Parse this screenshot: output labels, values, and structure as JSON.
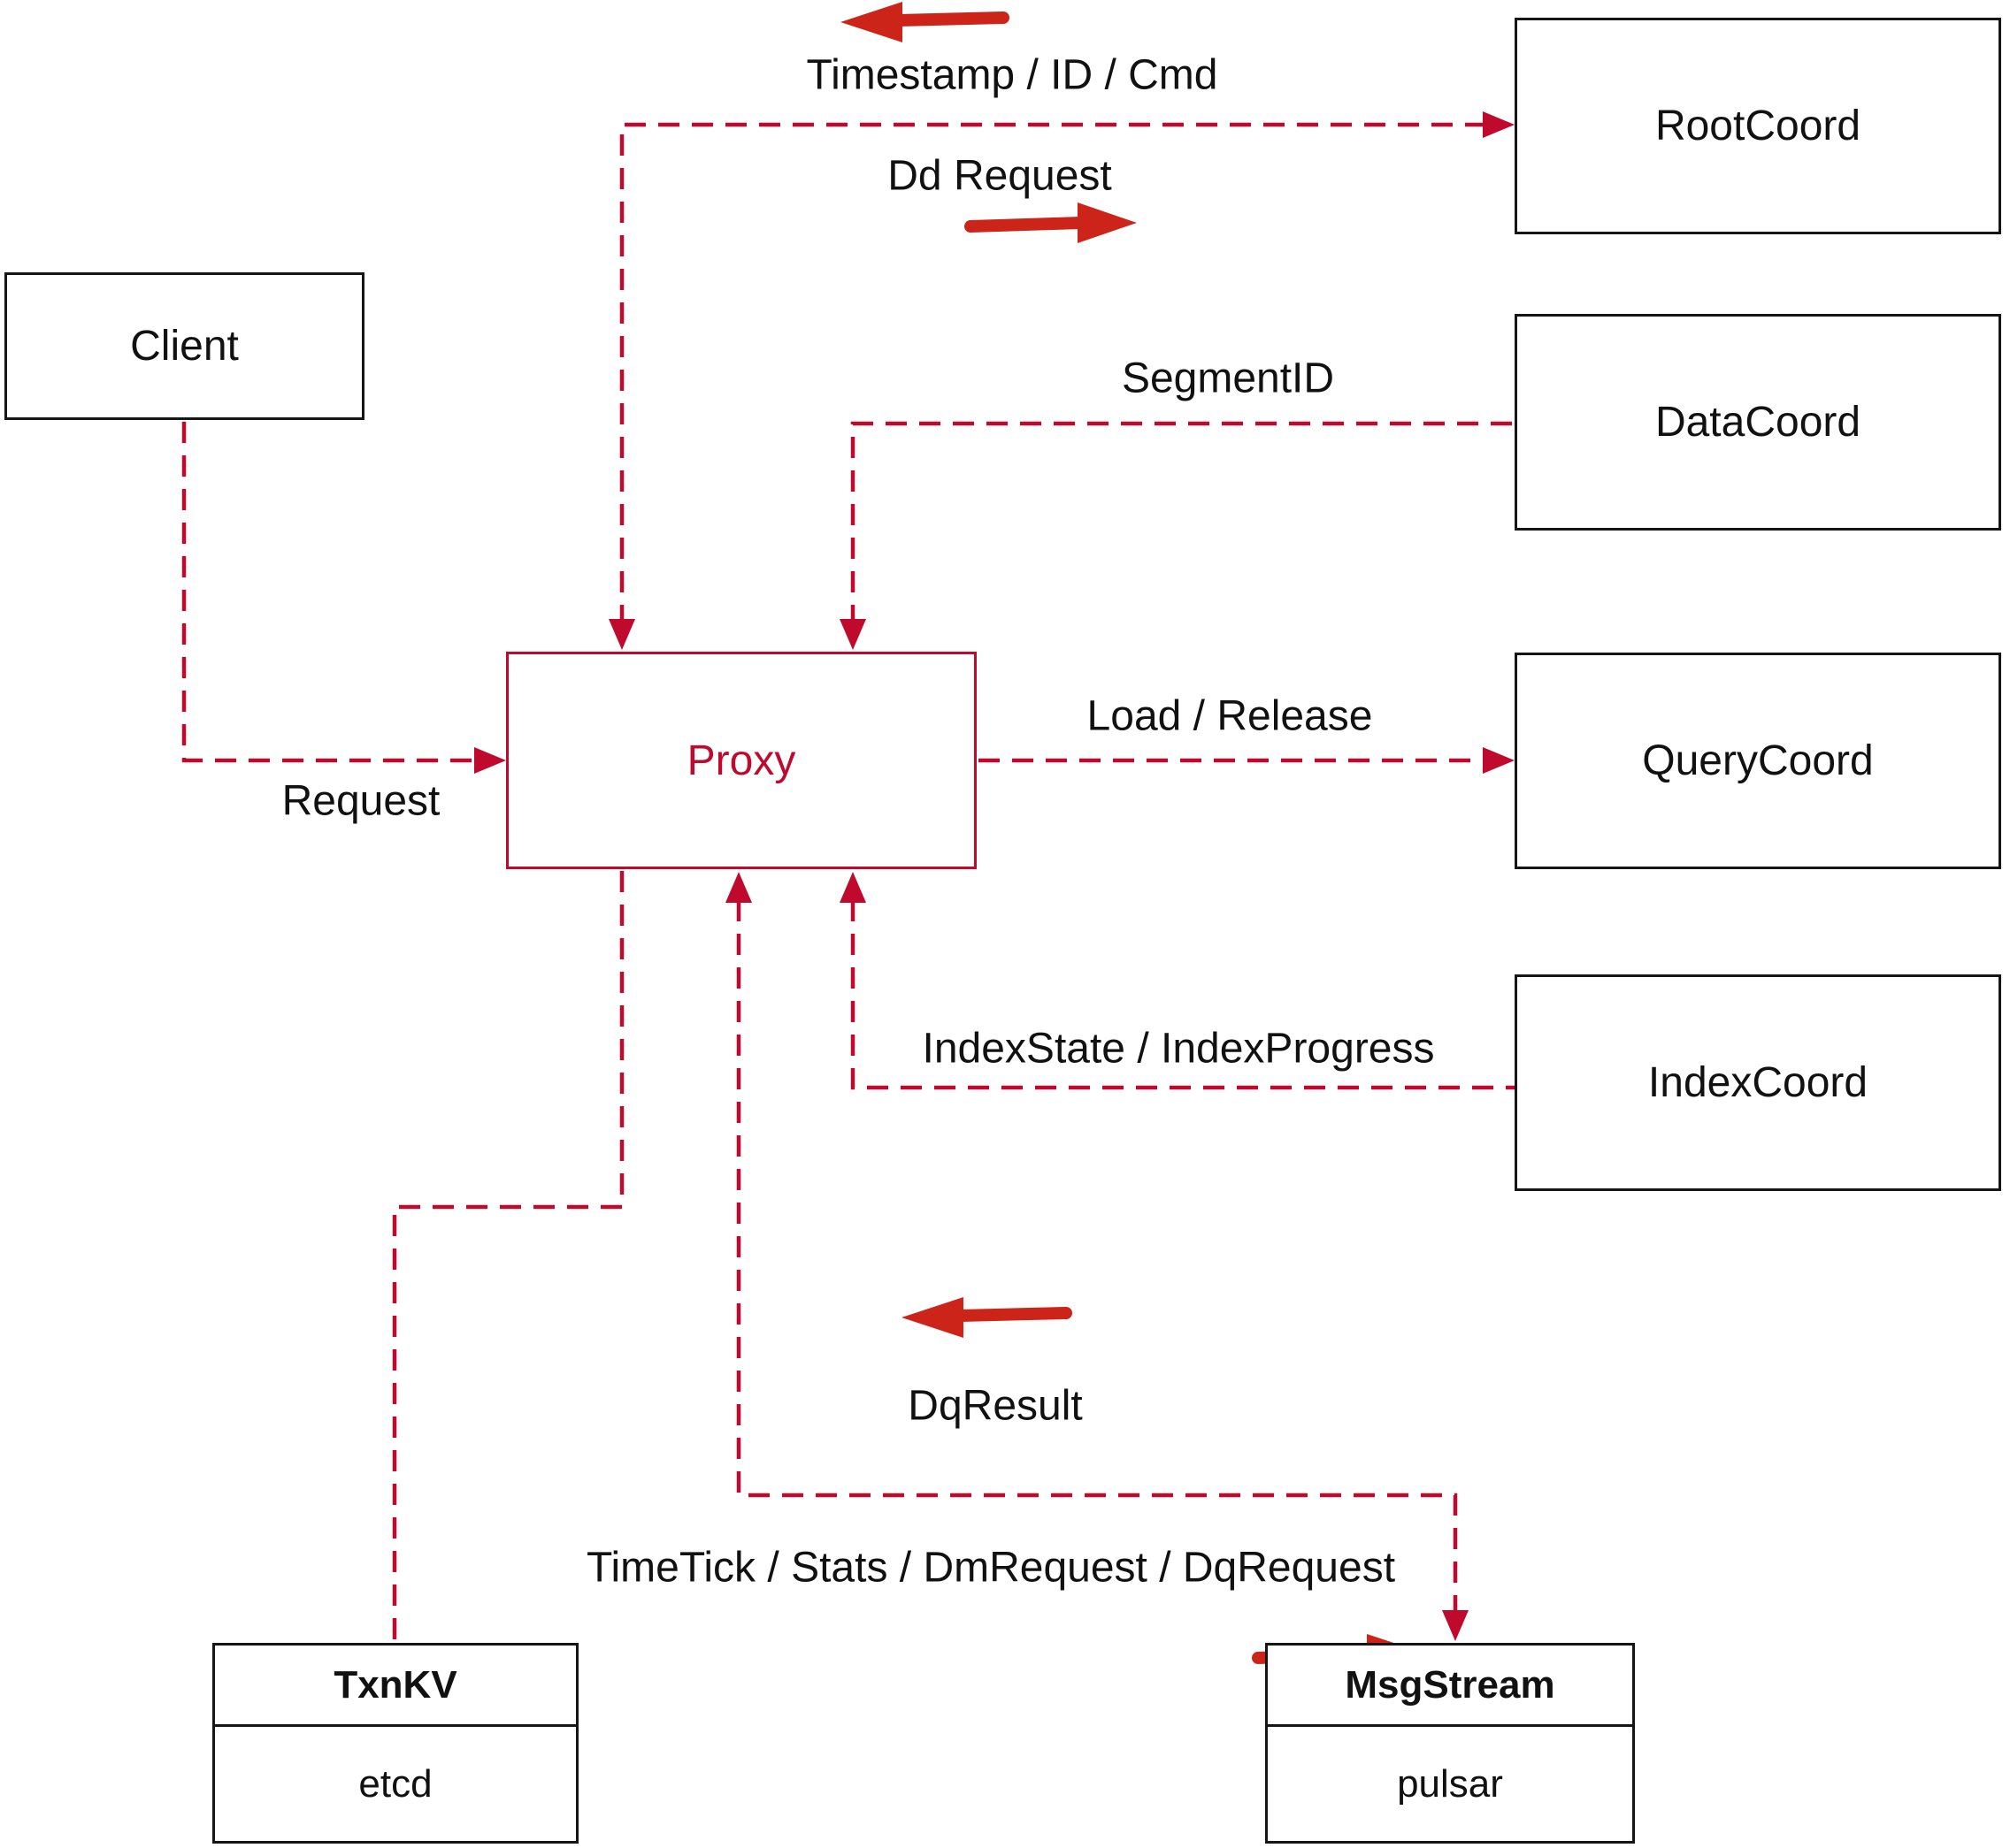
{
  "diagram": {
    "nodes": {
      "client": {
        "label": "Client"
      },
      "proxy": {
        "label": "Proxy"
      },
      "root_coord": {
        "label": "RootCoord"
      },
      "data_coord": {
        "label": "DataCoord"
      },
      "query_coord": {
        "label": "QueryCoord"
      },
      "index_coord": {
        "label": "IndexCoord"
      },
      "txn_kv": {
        "title": "TxnKV",
        "impl": "etcd"
      },
      "msg_stream": {
        "title": "MsgStream",
        "impl": "pulsar"
      }
    },
    "edge_labels": {
      "timestamp_id_cmd": "Timestamp / ID / Cmd",
      "dd_request": "Dd Request",
      "segment_id": "SegmentID",
      "request": "Request",
      "load_release": "Load / Release",
      "index_state": "IndexState / IndexProgress",
      "dq_result": "DqResult",
      "time_tick": "TimeTick / Stats / DmRequest / DqRequest"
    },
    "colors": {
      "dashed_line": "#bf0a2e",
      "solid_arrow": "#cc2418",
      "box_border": "#161616",
      "proxy_accent": "#bf0a2e"
    }
  }
}
